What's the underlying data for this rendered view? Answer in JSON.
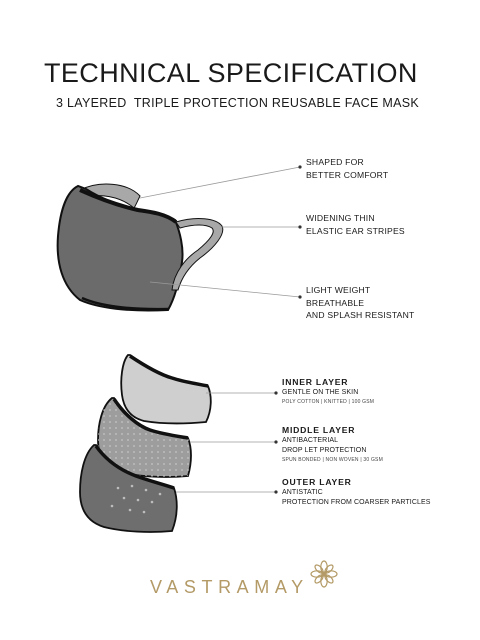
{
  "header": {
    "title": "TECHNICAL SPECIFICATION",
    "subtitle": "3 LAYERED  TRIPLE PROTECTION REUSABLE FACE MASK"
  },
  "features": [
    {
      "lines": [
        "SHAPED FOR",
        "BETTER COMFORT"
      ]
    },
    {
      "lines": [
        "WIDENING THIN",
        "ELASTIC EAR STRIPES"
      ]
    },
    {
      "lines": [
        "LIGHT WEIGHT",
        "BREATHABLE",
        "AND SPLASH RESISTANT"
      ]
    }
  ],
  "layers": [
    {
      "title": "INNER LAYER",
      "descriptions": [
        "GENTLE ON THE SKIN"
      ],
      "material": "POLY COTTON  | KNITTED  | 100 GSM"
    },
    {
      "title": "MIDDLE LAYER",
      "descriptions": [
        "ANTIBACTERIAL",
        "DROP LET PROTECTION"
      ],
      "material": "SPUN BONDED  | NON WOVEN  |  30 GSM"
    },
    {
      "title": "OUTER LAYER",
      "descriptions": [
        "ANTISTATIC",
        "PROTECTION FROM COARSER PARTICLES"
      ],
      "material": ""
    }
  ],
  "brand": {
    "name": "VASTRAMAY",
    "color": "#b39a66"
  },
  "colors": {
    "mask_body": "#6b6b6b",
    "mask_edge": "#111111",
    "ear_loop": "#a8a8a8",
    "inner_layer": "#cfcfcf",
    "middle_layer": "#9d9d9d",
    "outer_layer": "#6e6e6e",
    "leader_line": "#9a9a9a"
  }
}
